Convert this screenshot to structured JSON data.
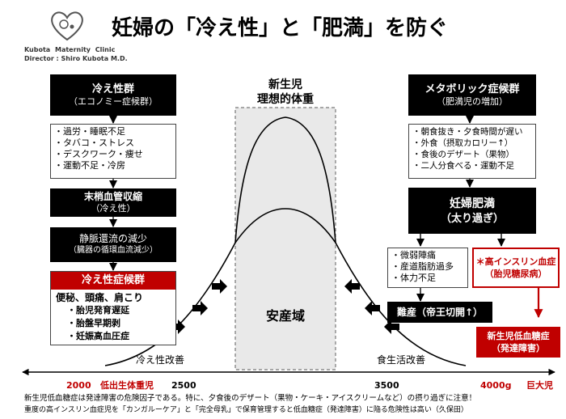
{
  "title": "妊婦の「冷え性」と「肥満」を防ぐ",
  "clinic": {
    "name": "Kubota Maternity Clinic",
    "director": "Director : Shiro Kubota M.D."
  },
  "center_label": [
    "新生児",
    "理想的体重"
  ],
  "safe_zone": "安産域",
  "left": {
    "header": [
      "冷え性群",
      "（エコノミー症候群）"
    ],
    "causes": [
      "・過労・睡眠不足",
      "・タバコ・ストレス",
      "・デスクワーク・痩せ",
      "・運動不足・冷房"
    ],
    "vaso": [
      "末梢血管収縮",
      "（冷え性）"
    ],
    "venous": [
      "静脈還流の減少",
      "（臓器の循環血流減少）"
    ],
    "syndrome_title": "冷え性症候群",
    "syndrome_items": [
      "便秘、頭痛、肩こり",
      "・胎児発育遅延",
      "・胎盤早期剥",
      "・妊娠高血圧症"
    ],
    "improve": "冷え性改善"
  },
  "right": {
    "header": [
      "メタボリック症候群",
      "（肥満児の増加）"
    ],
    "causes": [
      "・朝食抜き・夕食時間が遅い",
      "・外食（摂取カロリー↑）",
      "・食後のデザート（果物）",
      "・二人分食べる・運動不足"
    ],
    "obesity": [
      "妊婦肥満",
      "（太り過ぎ）"
    ],
    "effects": [
      "・微弱陣痛",
      "・産道脂肪過多",
      "・体力不足"
    ],
    "insulin": [
      "＊高インスリン血症",
      "（胎児糖尿病）"
    ],
    "difficult_birth": "難産（帝王切開↑）",
    "hypoglycemia": [
      "新生児低血糖症",
      "（発達障害）"
    ],
    "improve": "食生活改善"
  },
  "axis": {
    "ticks": [
      "2000",
      "2500",
      "3500",
      "4000g"
    ],
    "low_label": "低出生体重児",
    "high_label": "巨大児"
  },
  "footer": [
    "新生児低血糖症は発達障害の危険因子である。特に、夕食後のデザート（果物・ケーキ・アイスクリームなど）の摂り過ぎに注意！",
    "重度の高インスリン血症児を「カンガルーケア」と「完全母乳」で保育管理すると低血糖症（発達障害）に陥る危険性は高い（久保田）"
  ],
  "colors": {
    "red": "#c00000",
    "black": "#000000",
    "safe_zone": "#e9e9e9"
  }
}
